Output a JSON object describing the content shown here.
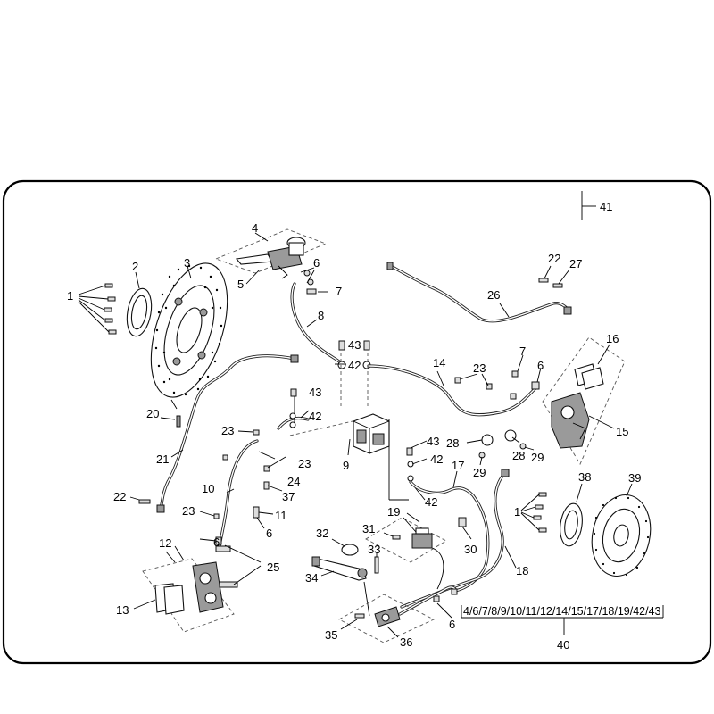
{
  "diagram": {
    "callouts": [
      {
        "id": "c1",
        "text": "1"
      },
      {
        "id": "c2",
        "text": "2"
      },
      {
        "id": "c3",
        "text": "3"
      },
      {
        "id": "c4",
        "text": "4"
      },
      {
        "id": "c5",
        "text": "5"
      },
      {
        "id": "c6a",
        "text": "6"
      },
      {
        "id": "c7a",
        "text": "7"
      },
      {
        "id": "c8",
        "text": "8"
      },
      {
        "id": "c9",
        "text": "9"
      },
      {
        "id": "c10",
        "text": "10"
      },
      {
        "id": "c11",
        "text": "11"
      },
      {
        "id": "c12",
        "text": "12"
      },
      {
        "id": "c13",
        "text": "13"
      },
      {
        "id": "c14",
        "text": "14"
      },
      {
        "id": "c15",
        "text": "15"
      },
      {
        "id": "c16",
        "text": "16"
      },
      {
        "id": "c17",
        "text": "17"
      },
      {
        "id": "c18",
        "text": "18"
      },
      {
        "id": "c19",
        "text": "19"
      },
      {
        "id": "c20",
        "text": "20"
      },
      {
        "id": "c21",
        "text": "21"
      },
      {
        "id": "c22a",
        "text": "22"
      },
      {
        "id": "c22b",
        "text": "22"
      },
      {
        "id": "c23a",
        "text": "23"
      },
      {
        "id": "c23b",
        "text": "23"
      },
      {
        "id": "c23c",
        "text": "23"
      },
      {
        "id": "c23d",
        "text": "23"
      },
      {
        "id": "c24",
        "text": "24"
      },
      {
        "id": "c25",
        "text": "25"
      },
      {
        "id": "c26",
        "text": "26"
      },
      {
        "id": "c27",
        "text": "27"
      },
      {
        "id": "c28a",
        "text": "28"
      },
      {
        "id": "c28b",
        "text": "28"
      },
      {
        "id": "c29a",
        "text": "29"
      },
      {
        "id": "c29b",
        "text": "29"
      },
      {
        "id": "c30",
        "text": "30"
      },
      {
        "id": "c31",
        "text": "31"
      },
      {
        "id": "c32",
        "text": "32"
      },
      {
        "id": "c33",
        "text": "33"
      },
      {
        "id": "c34",
        "text": "34"
      },
      {
        "id": "c35",
        "text": "35"
      },
      {
        "id": "c36",
        "text": "36"
      },
      {
        "id": "c37",
        "text": "37"
      },
      {
        "id": "c38",
        "text": "38"
      },
      {
        "id": "c39",
        "text": "39"
      },
      {
        "id": "c40",
        "text": "40"
      },
      {
        "id": "c41",
        "text": "41"
      },
      {
        "id": "c42a",
        "text": "42"
      },
      {
        "id": "c42b",
        "text": "42"
      },
      {
        "id": "c42c",
        "text": "42"
      },
      {
        "id": "c42d",
        "text": "42"
      },
      {
        "id": "c43a",
        "text": "43"
      },
      {
        "id": "c43b",
        "text": "43"
      },
      {
        "id": "c43c",
        "text": "43"
      },
      {
        "id": "c6b",
        "text": "6"
      },
      {
        "id": "c6c",
        "text": "6"
      },
      {
        "id": "c6d",
        "text": "6"
      },
      {
        "id": "c6e",
        "text": "6"
      },
      {
        "id": "c7b",
        "text": "7"
      },
      {
        "id": "c1b",
        "text": "1"
      }
    ],
    "kit_label": "4/6/7/8/9/10/11/12/14/15/17/18/19/42/43"
  }
}
